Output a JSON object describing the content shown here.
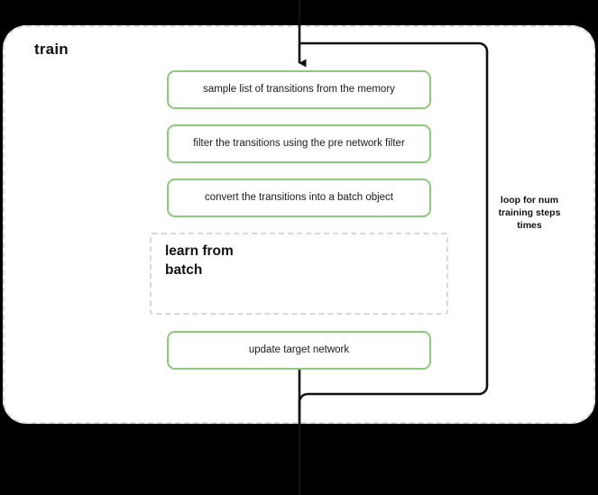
{
  "diagram": {
    "group_title": "train",
    "steps": [
      {
        "id": "sample",
        "label": "sample list of transitions from the memory"
      },
      {
        "id": "filter",
        "label": "filter the transitions using the pre network filter"
      },
      {
        "id": "convert",
        "label": "convert the transitions into a batch object"
      },
      {
        "id": "update-target",
        "label": "update target network"
      }
    ],
    "subgroup": {
      "id": "learn-from-batch",
      "title": "learn from batch"
    },
    "loop": {
      "label": "loop for num training steps times"
    },
    "colors": {
      "step_border": "#8cc97a",
      "group_border": "#d8d8d8",
      "flow_line": "#111111",
      "canvas_background": "#000000",
      "group_background": "#ffffff"
    }
  }
}
